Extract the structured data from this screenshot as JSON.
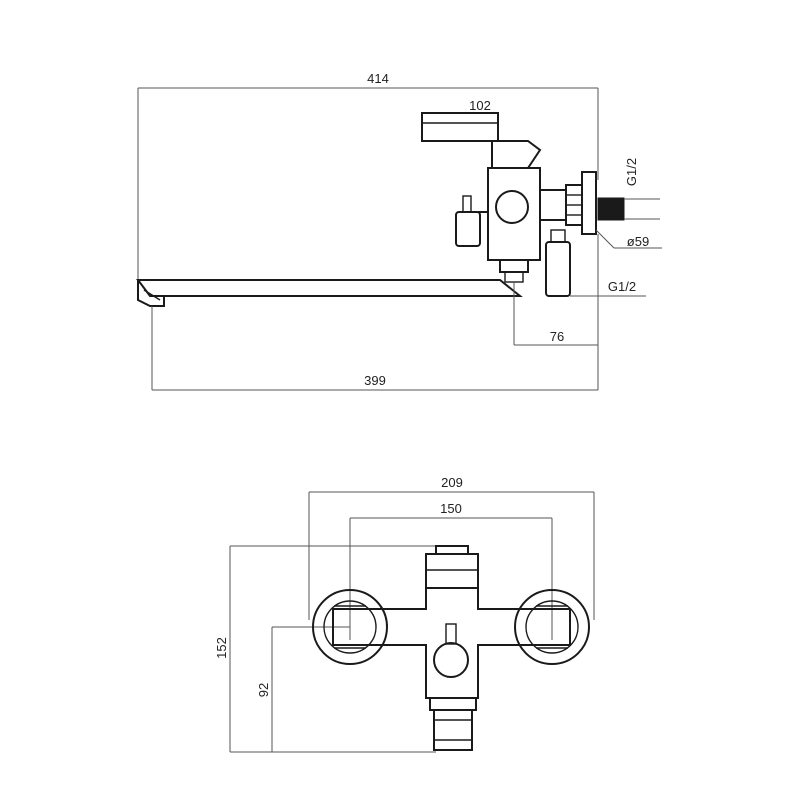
{
  "side_view": {
    "dim_overall_length": "414",
    "dim_handle_width": "102",
    "dim_inlet_thread_top": "G1/2",
    "dim_flange_diameter": "ø59",
    "dim_inlet_thread_bottom": "G1/2",
    "dim_inlet_offset": "76",
    "dim_spout_reach": "399"
  },
  "front_view": {
    "dim_overall_width": "209",
    "dim_center_distance": "150",
    "dim_overall_height": "152",
    "dim_inlet_height": "92"
  }
}
